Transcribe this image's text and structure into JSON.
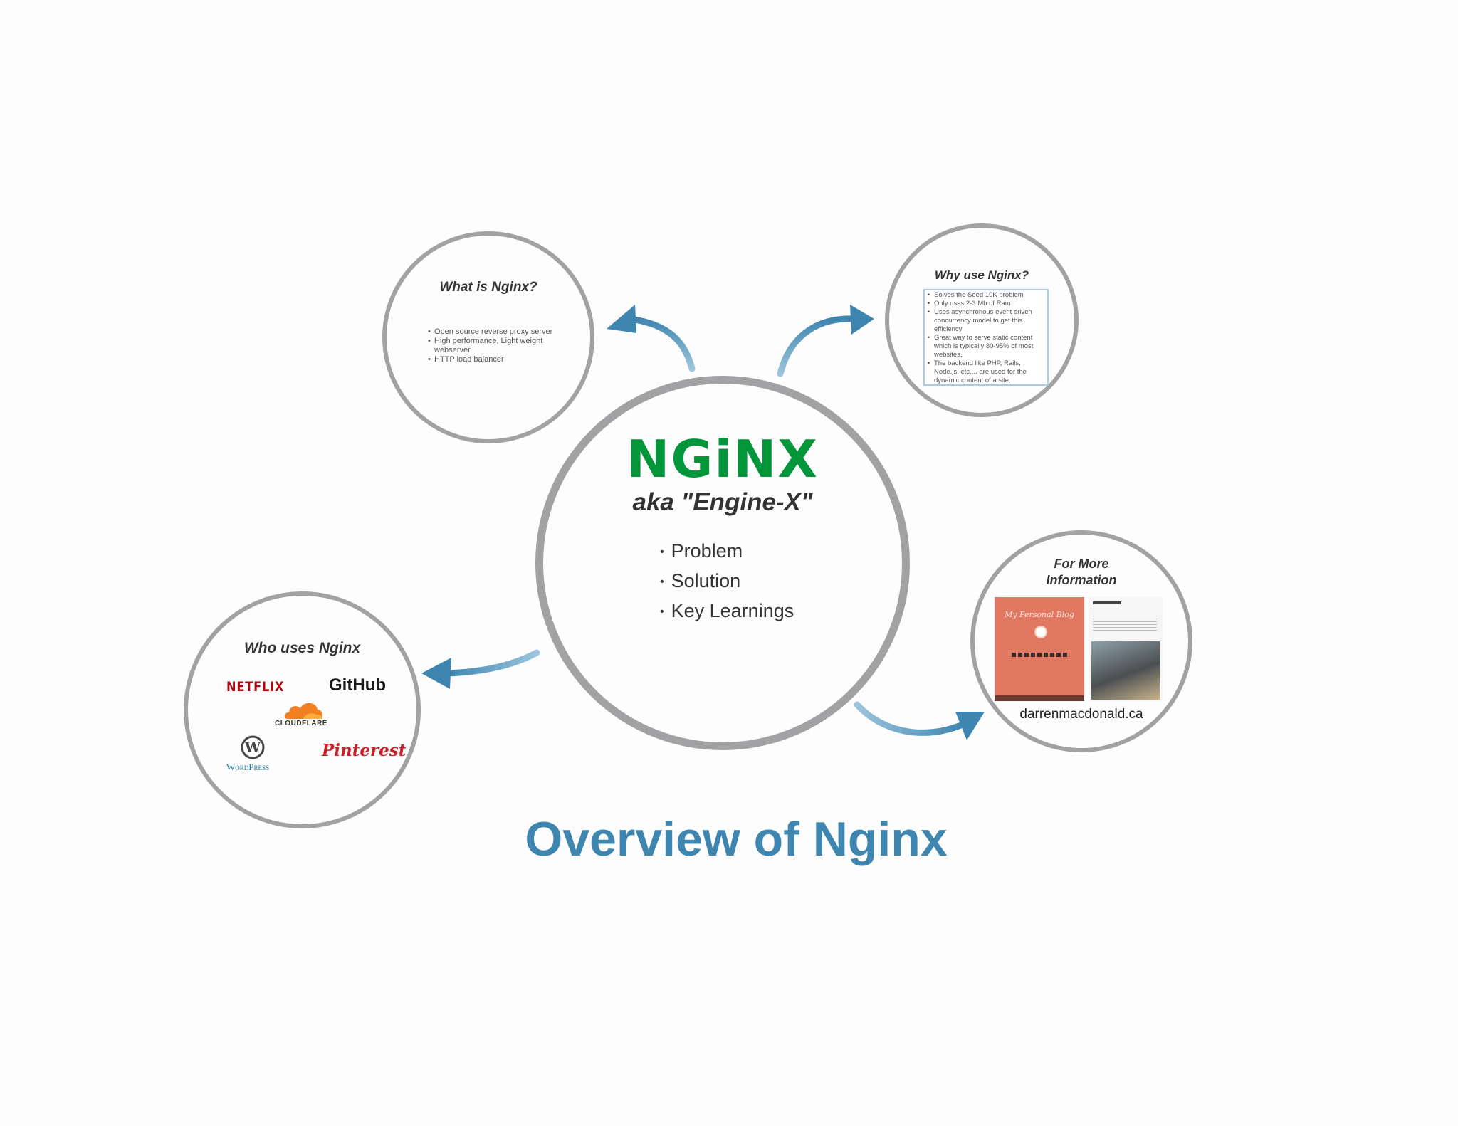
{
  "center": {
    "logo_text": "NGiNX",
    "subtitle": "aka \"Engine-X\"",
    "bullets": [
      "Problem",
      "Solution",
      "Key Learnings"
    ]
  },
  "what_is": {
    "title": "What is Nginx?",
    "bullets": [
      "Open source reverse proxy server",
      "High performance, Light weight webserver",
      "HTTP load balancer"
    ]
  },
  "why_use": {
    "title": "Why use Nginx?",
    "bullets": [
      "Solves the Seed 10K problem",
      "Only uses 2-3 Mb of Ram",
      "Uses asynchronous event driven concurrency model to get this efficiency",
      "Great way to serve static content which is typically 80-95% of most websites.",
      "The backend like PHP, Rails, Node.js, etc.... are used for the dynamic content of a site."
    ]
  },
  "who_uses": {
    "title": "Who uses Nginx",
    "logos": {
      "netflix": "NETFLIX",
      "github": "GitHub",
      "cloudflare": "CLOUDFLARE",
      "wordpress": "WordPress",
      "pinterest": "Pinterest"
    }
  },
  "more_info": {
    "title_line1": "For More",
    "title_line2": "Information",
    "url": "darrenmacdonald.ca",
    "blog_heading": "My Personal Blog"
  },
  "main_title": "Overview of Nginx",
  "colors": {
    "accent_blue": "#3e86b0",
    "nginx_green": "#009639",
    "circle_border": "#a2a2a4",
    "netflix_red": "#b1060f",
    "pinterest_red": "#cb2027",
    "cloudflare_orange": "#f38020",
    "wordpress_blue": "#21759b"
  }
}
